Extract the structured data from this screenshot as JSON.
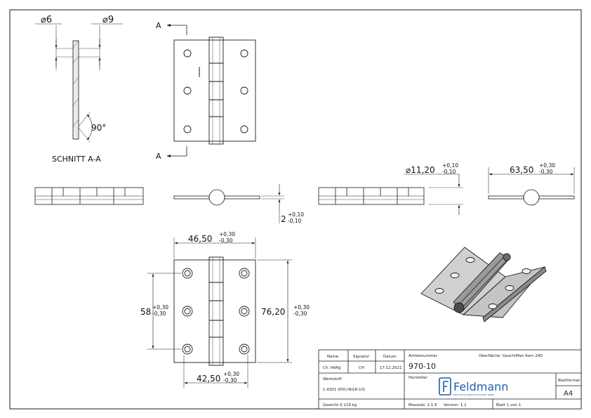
{
  "colors": {
    "line": "#1a1a1a",
    "hinge_fill": "#c8c8c8",
    "hinge_dark": "#5a5a5a",
    "logo": "#1c5fa8"
  },
  "section": {
    "label_a": "A",
    "title": "SCHNITT A-A",
    "dia_left": "6",
    "dia_right": "9",
    "angle": "90°"
  },
  "dimensions": {
    "pin_dia": "11,20",
    "pin_dia_tol_up": "+0,10",
    "pin_dia_tol_dn": "-0,10",
    "thickness": "2",
    "thickness_tol_up": "+0,10",
    "thickness_tol_dn": "-0,10",
    "open_width": "63,50",
    "open_width_tol_up": "+0,30",
    "open_width_tol_dn": "-0,30",
    "hole_spacing_top": "46,50",
    "hole_spacing_top_tol_up": "+0,30",
    "hole_spacing_top_tol_dn": "-0,30",
    "hole_spacing_bottom": "42,50",
    "hole_spacing_bottom_tol_up": "+0,30",
    "hole_spacing_bottom_tol_dn": "-0,30",
    "hole_spacing_vert": "58",
    "hole_spacing_vert_tol_up": "+0,30",
    "hole_spacing_vert_tol_dn": "-0,30",
    "height": "76,20",
    "height_tol_up": "+0,30",
    "height_tol_dn": "-0,30"
  },
  "title_block": {
    "h_name": "Name",
    "h_signature": "Signatur",
    "h_date": "Datum",
    "name": "Ch. Häfig",
    "signature": "CH",
    "date": "17.12.2021",
    "article_label": "Artikelnummer",
    "article_number": "970-10",
    "surface": "Oberfläche:  Geschliffen Korn 240",
    "material_label": "Werkstoff:",
    "material": "1.4301 (K5CrNi18-10)",
    "manufacturer_label": "Hersteller",
    "logo_text": "Feldmann",
    "logo_sub": "EDELSTAHL-VERKAUFSSYSTEME GMBH",
    "sheet_format_label": "Blattformat",
    "sheet_format": "A4",
    "weight": "Gewicht 0.119 kg",
    "scale": "Masstab: 1:1.5",
    "version": "Version: 1.1",
    "sheet": "Blatt 1 von 1"
  }
}
